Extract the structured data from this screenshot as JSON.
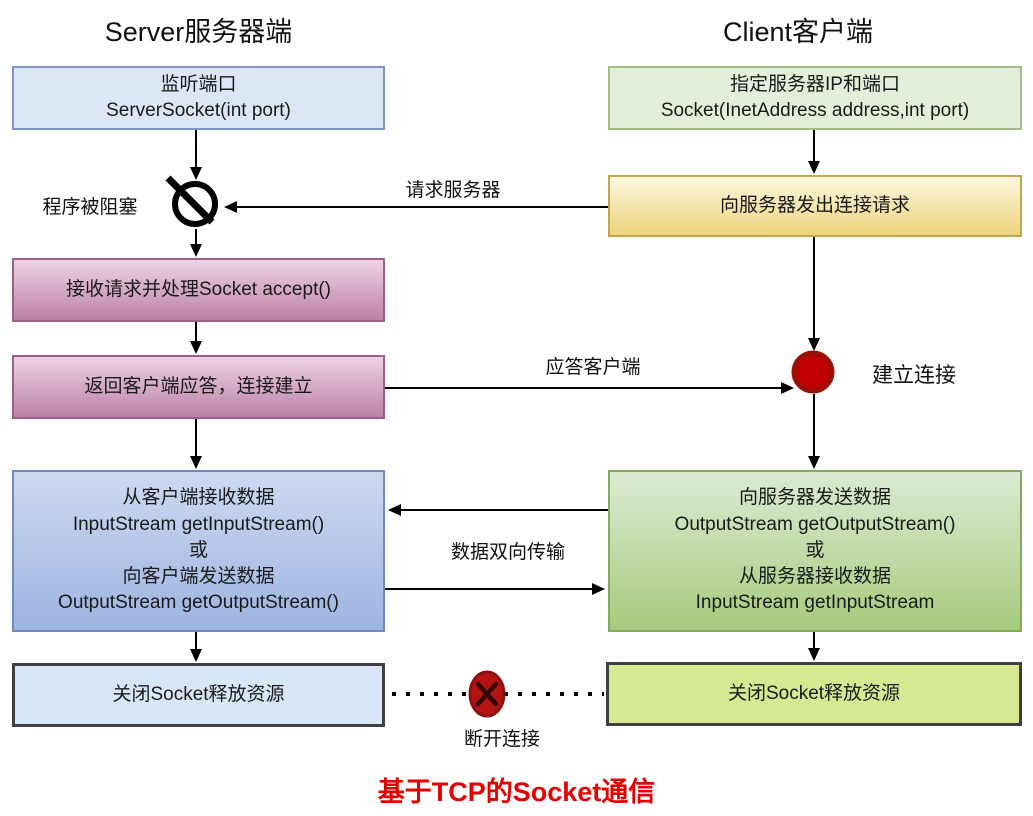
{
  "diagram_title": "基于TCP的Socket通信",
  "columns": {
    "server": {
      "title": "Server服务器端",
      "listen_box": "监听端口\nServerSocket(int port)",
      "blocked_label": "程序被阻塞",
      "accept_box": "接收请求并处理Socket accept()",
      "reply_box": "返回客户端应答，连接建立",
      "io_box": "从客户端接收数据\nInputStream getInputStream()\n或\n向客户端发送数据\nOutputStream getOutputStream()",
      "close_box": "关闭Socket释放资源"
    },
    "client": {
      "title": "Client客户端",
      "socket_box": "指定服务器IP和端口\nSocket(InetAddress address,int port)",
      "connect_box": "向服务器发出连接请求",
      "established_label": "建立连接",
      "io_box": "向服务器发送数据\nOutputStream getOutputStream()\n或\n从服务器接收数据\nInputStream getInputStream",
      "close_box": "关闭Socket释放资源"
    }
  },
  "edge_labels": {
    "request": "请求服务器",
    "reply": "应答客户端",
    "bidirectional": "数据双向传输",
    "disconnect": "断开连接"
  },
  "icons": {
    "blocked": "prohibition-icon",
    "established": "red-dot-icon",
    "disconnect": "red-x-icon"
  },
  "colors": {
    "listen_box_fill": "#dde6f6",
    "listen_box_border": "#8094c8",
    "pink_box_top": "#ecd3e2",
    "pink_box_bottom": "#bd81a8",
    "pink_box_border": "#9c5f86",
    "server_io_top": "#cdd9f1",
    "server_io_bottom": "#9db4e0",
    "server_close_fill": "#d9e5f8",
    "socket_box_fill": "#e4efdb",
    "socket_box_border": "#a3bd85",
    "connect_box_top": "#fcf7e0",
    "connect_box_bottom": "#edd47c",
    "client_io_top": "#dcead3",
    "client_io_bottom": "#a6cb7d",
    "client_close_fill": "#d6e892",
    "dark_border": "#404040",
    "red_dot": "#c00000",
    "red_x": "#b51414",
    "arrow": "#000000",
    "footer_red": "#e60000"
  }
}
